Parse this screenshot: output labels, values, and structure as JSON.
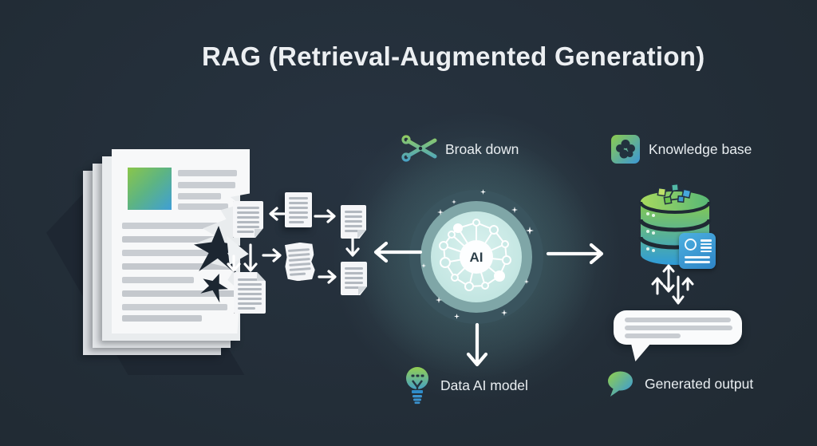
{
  "title": "RAG (Retrieval-Augmented Generation)",
  "stage_labels": {
    "break_down": "Broak down",
    "knowledge_base": "Knowledge base",
    "data_ai_model": "Data AI model",
    "generated_output": "Generated output"
  },
  "ai_core_label": "AI",
  "icons": {
    "break_down": "scissors-icon",
    "knowledge_base": "knowledge-base-icon",
    "data_ai_model": "lightbulb-icon",
    "generated_output": "speech-bubble-icon",
    "source": "document-stack-icon",
    "chunks": "document-fragment-icon",
    "core": "ai-network-icon",
    "storage": "database-icon",
    "retrieved_record": "record-card-icon",
    "output": "speech-bubble-output-icon",
    "decor": "sparkle-icon"
  },
  "colors": {
    "background": "#232d37",
    "accent_green": "#8cc94e",
    "accent_blue": "#3b9cd8",
    "teal_inner": "#c9e9e6",
    "paper": "#f7f8f9",
    "paper_line": "#c9cdd2",
    "label_text": "#e9eef1",
    "arrow": "#ffffff"
  }
}
